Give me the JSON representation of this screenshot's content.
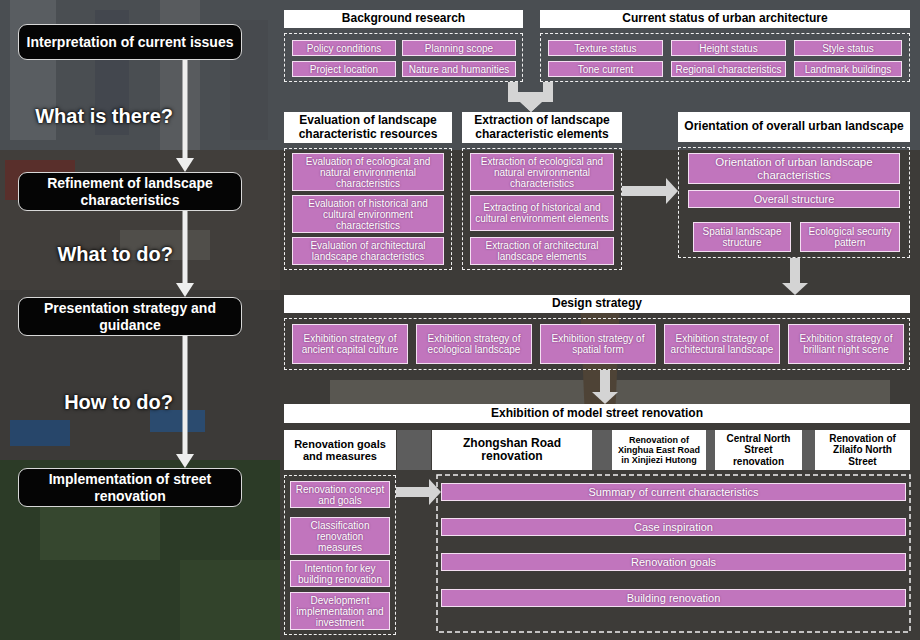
{
  "diagram": {
    "nodes": [
      {
        "text": [
          "Interpretation of current issues"
        ]
      },
      {
        "text": [
          "Refinement of landscape characteristics"
        ]
      },
      {
        "text": [
          "Presentation strategy and guidance"
        ]
      },
      {
        "text": [
          "Implementation of street renovation"
        ]
      },
      {
        "text": [
          "Background research"
        ]
      },
      {
        "text": [
          "Policy conditions"
        ],
        "in": 4
      },
      {
        "text": [
          "Planning scope"
        ],
        "in": 4
      },
      {
        "text": [
          "Project location"
        ],
        "in": 4
      },
      {
        "text": [
          "Nature and humanities"
        ],
        "in": 4
      },
      {
        "text": [
          "Current status of urban architecture"
        ]
      },
      {
        "text": [
          "Texture status"
        ],
        "in": 9
      },
      {
        "text": [
          "Height status"
        ],
        "in": 9
      },
      {
        "text": [
          "Style status"
        ],
        "in": 9
      },
      {
        "text": [
          "Tone current"
        ],
        "in": 9
      },
      {
        "text": [
          "Regional characteristics"
        ],
        "in": 9
      },
      {
        "text": [
          "Landmark buildings"
        ],
        "in": 9
      },
      {
        "text": [
          "Evaluation of landscape characteristic resources"
        ]
      },
      {
        "text": [
          "Evaluation of ecological and natural environmental characteristics"
        ],
        "in": 16
      },
      {
        "text": [
          "Evaluation of historical and cultural environment characteristics"
        ],
        "in": 16
      },
      {
        "text": [
          "Evaluation of architectural landscape characteristics"
        ],
        "in": 16
      },
      {
        "text": [
          "Extraction of landscape characteristic elements"
        ]
      },
      {
        "text": [
          "Extraction of ecological and natural environmental characteristics"
        ],
        "in": 20
      },
      {
        "text": [
          "Extracting of historical and cultural environment elements"
        ],
        "in": 20
      },
      {
        "text": [
          "Extraction of architectural landscape elements"
        ],
        "in": 20
      },
      {
        "text": [
          "Orientation of overall urban landscape"
        ]
      },
      {
        "text": [
          "Orientation of urban landscape characteristics"
        ],
        "in": 24
      },
      {
        "text": [
          "Overall structure"
        ],
        "in": 24
      },
      {
        "text": [
          "Spatial landscape structure"
        ],
        "in": 24
      },
      {
        "text": [
          "Ecological security pattern"
        ],
        "in": 24
      },
      {
        "text": [
          "Design strategy"
        ]
      },
      {
        "text": [
          "Exhibition strategy of ancient capital culture"
        ],
        "in": 29
      },
      {
        "text": [
          "Exhibition strategy of ecological landscape"
        ],
        "in": 29
      },
      {
        "text": [
          "Exhibition strategy of spatial form"
        ],
        "in": 29
      },
      {
        "text": [
          "Exhibition strategy of architectural landscape"
        ],
        "in": 29
      },
      {
        "text": [
          "Exhibition strategy of brilliant night scene"
        ],
        "in": 29
      },
      {
        "text": [
          "Exhibition of model street renovation"
        ]
      },
      {
        "text": [
          "Renovation goals and measures"
        ],
        "in": 35
      },
      {
        "text": [
          "Renovation concept and goals"
        ],
        "in": 36
      },
      {
        "text": [
          "Classification renovation measures"
        ],
        "in": 36
      },
      {
        "text": [
          "Intention for key building renovation"
        ],
        "in": 36
      },
      {
        "text": [
          "Development implementation and investment"
        ],
        "in": 36
      },
      {
        "text": [
          "Zhongshan Road renovation"
        ],
        "in": 35
      },
      {
        "text": [
          "Renovation of Xinghua East Road in Xinjiezi Hutong"
        ],
        "in": 35
      },
      {
        "text": [
          "Central North Street renovation"
        ],
        "in": 35
      },
      {
        "text": [
          "Renovation of Zilaifo North Street"
        ],
        "in": 35
      },
      {
        "text": [
          "Summary of current characteristics"
        ],
        "in": 35
      },
      {
        "text": [
          "Case inspiration"
        ],
        "in": 35
      },
      {
        "text": [
          "Renovation goals"
        ],
        "in": 35
      },
      {
        "text": [
          "Building renovation"
        ],
        "in": 35
      }
    ],
    "edges": [
      {
        "from": 0,
        "to": 1,
        "label": "What is there?",
        "arrow": "to"
      },
      {
        "from": 1,
        "to": 2,
        "label": "What to do?",
        "arrow": "to"
      },
      {
        "from": 2,
        "to": 3,
        "label": "How to do?",
        "arrow": "to"
      },
      {
        "from": 4,
        "to": 20,
        "arrow": "to"
      },
      {
        "from": 9,
        "to": 20,
        "arrow": "to"
      },
      {
        "from": 20,
        "to": 24,
        "arrow": "to"
      },
      {
        "from": 24,
        "to": 29,
        "arrow": "to"
      },
      {
        "from": 29,
        "to": 35,
        "arrow": "to"
      },
      {
        "from": 36,
        "to": 45,
        "arrow": "to"
      }
    ]
  }
}
